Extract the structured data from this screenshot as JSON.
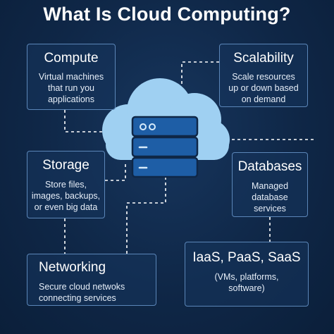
{
  "title": "What Is Cloud Computing?",
  "colors": {
    "background": "#0f2747",
    "card_border": "#5b86b8",
    "cloud": "#9fd0f2",
    "server": "#1e5ea6",
    "connector": "#ffffff"
  },
  "icon": "cloud-server-icon",
  "cards": {
    "compute": {
      "title": "Compute",
      "lines": [
        "Virtual machines",
        "that run you",
        "applications"
      ]
    },
    "scalability": {
      "title": "Scalability",
      "lines": [
        "Scale resources",
        "up or down based",
        "on demand"
      ]
    },
    "storage": {
      "title": "Storage",
      "lines": [
        "Store files,",
        "images, backups,",
        "or even big data"
      ]
    },
    "databases": {
      "title": "Databases",
      "lines": [
        "Managed",
        "database",
        "services"
      ]
    },
    "networking": {
      "title": "Networking",
      "lines": [
        "Secure cloud netwoks",
        "connecting services"
      ]
    },
    "service_models": {
      "title": "IaaS, PaaS, SaaS",
      "lines": [
        "(VMs, platforms,",
        "software)"
      ]
    }
  }
}
